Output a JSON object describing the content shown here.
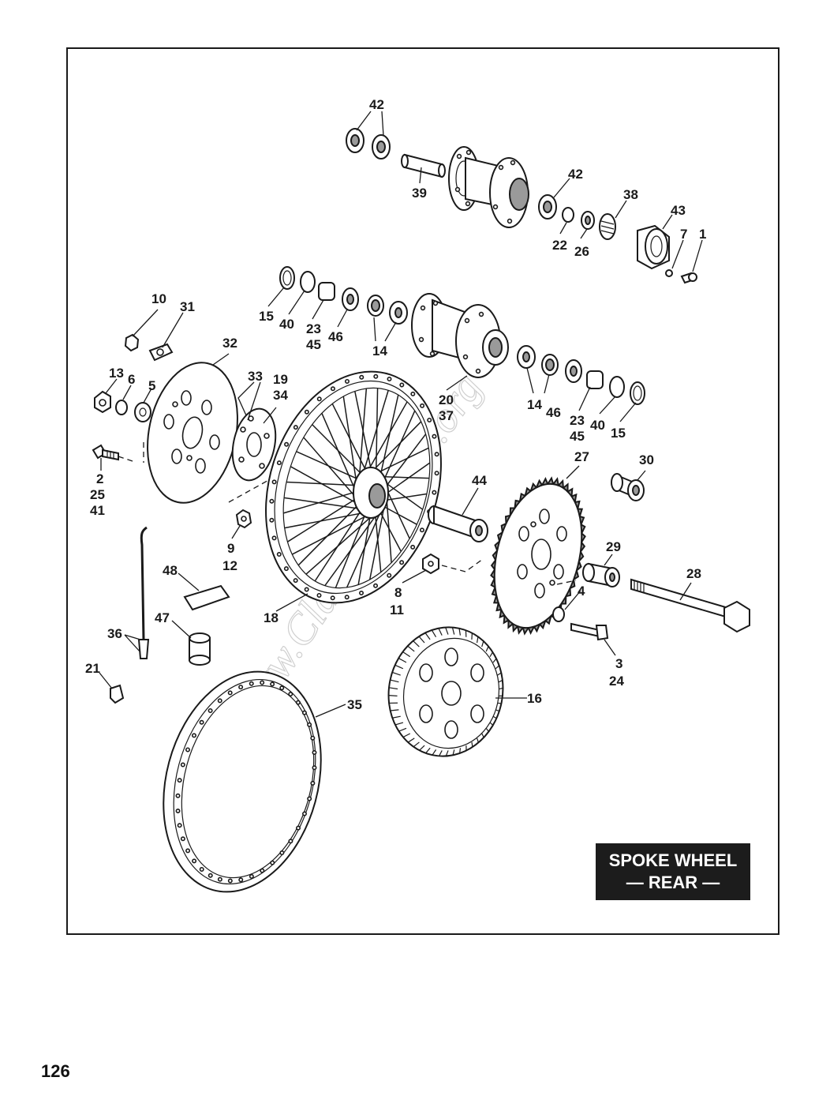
{
  "diagram": {
    "title_line1": "SPOKE WHEEL",
    "title_line2": "— REAR —",
    "watermark": "www.ClassicCycles.org",
    "callouts": [
      {
        "id": "c42a",
        "text": "42"
      },
      {
        "id": "c39",
        "text": "39"
      },
      {
        "id": "c42b",
        "text": "42"
      },
      {
        "id": "c38",
        "text": "38"
      },
      {
        "id": "c43",
        "text": "43"
      },
      {
        "id": "c7",
        "text": "7"
      },
      {
        "id": "c1",
        "text": "1"
      },
      {
        "id": "c22",
        "text": "22"
      },
      {
        "id": "c26",
        "text": "26"
      },
      {
        "id": "c15a",
        "text": "15"
      },
      {
        "id": "c40a",
        "text": "40"
      },
      {
        "id": "c23a",
        "text": "23"
      },
      {
        "id": "c45a",
        "text": "45"
      },
      {
        "id": "c46a",
        "text": "46"
      },
      {
        "id": "c14a",
        "text": "14"
      },
      {
        "id": "c20",
        "text": "20"
      },
      {
        "id": "c37",
        "text": "37"
      },
      {
        "id": "c14b",
        "text": "14"
      },
      {
        "id": "c46b",
        "text": "46"
      },
      {
        "id": "c23b",
        "text": "23"
      },
      {
        "id": "c45b",
        "text": "45"
      },
      {
        "id": "c40b",
        "text": "40"
      },
      {
        "id": "c15b",
        "text": "15"
      },
      {
        "id": "c10",
        "text": "10"
      },
      {
        "id": "c31",
        "text": "31"
      },
      {
        "id": "c32",
        "text": "32"
      },
      {
        "id": "c33",
        "text": "33"
      },
      {
        "id": "c19",
        "text": "19"
      },
      {
        "id": "c34",
        "text": "34"
      },
      {
        "id": "c13",
        "text": "13"
      },
      {
        "id": "c6",
        "text": "6"
      },
      {
        "id": "c5",
        "text": "5"
      },
      {
        "id": "c2",
        "text": "2"
      },
      {
        "id": "c25",
        "text": "25"
      },
      {
        "id": "c41",
        "text": "41"
      },
      {
        "id": "c9",
        "text": "9"
      },
      {
        "id": "c12",
        "text": "12"
      },
      {
        "id": "c27",
        "text": "27"
      },
      {
        "id": "c30",
        "text": "30"
      },
      {
        "id": "c44",
        "text": "44"
      },
      {
        "id": "c29",
        "text": "29"
      },
      {
        "id": "c28",
        "text": "28"
      },
      {
        "id": "c8",
        "text": "8"
      },
      {
        "id": "c11",
        "text": "11"
      },
      {
        "id": "c4",
        "text": "4"
      },
      {
        "id": "c3",
        "text": "3"
      },
      {
        "id": "c24",
        "text": "24"
      },
      {
        "id": "c48",
        "text": "48"
      },
      {
        "id": "c18",
        "text": "18"
      },
      {
        "id": "c47",
        "text": "47"
      },
      {
        "id": "c36",
        "text": "36"
      },
      {
        "id": "c21",
        "text": "21"
      },
      {
        "id": "c35",
        "text": "35"
      },
      {
        "id": "c16",
        "text": "16"
      }
    ]
  },
  "page": {
    "number": "126"
  }
}
